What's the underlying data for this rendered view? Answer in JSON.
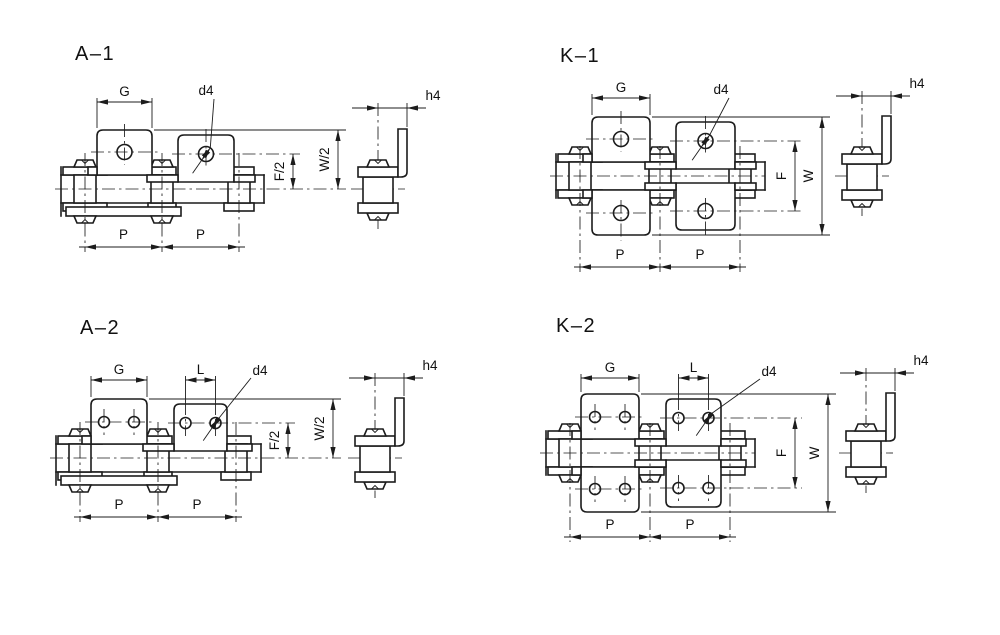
{
  "page": {
    "background": "#ffffff",
    "ink": "#1c1c1c"
  },
  "diagrams": [
    {
      "id": "A-1",
      "title": "A–1",
      "labels": {
        "g": "G",
        "d4": "d4",
        "h4": "h4",
        "f": "F/2",
        "w": "W/2",
        "p_left": "P",
        "p_right": "P"
      }
    },
    {
      "id": "K-1",
      "title": "K–1",
      "labels": {
        "g": "G",
        "d4": "d4",
        "h4": "h4",
        "f": "F",
        "w": "W",
        "p_left": "P",
        "p_right": "P"
      }
    },
    {
      "id": "A-2",
      "title": "A–2",
      "labels": {
        "g": "G",
        "l": "L",
        "d4": "d4",
        "h4": "h4",
        "f": "F/2",
        "w": "W/2",
        "p_left": "P",
        "p_right": "P"
      }
    },
    {
      "id": "K-2",
      "title": "K–2",
      "labels": {
        "g": "G",
        "l": "L",
        "d4": "d4",
        "h4": "h4",
        "f": "F",
        "w": "W",
        "p_left": "P",
        "p_right": "P"
      }
    }
  ]
}
